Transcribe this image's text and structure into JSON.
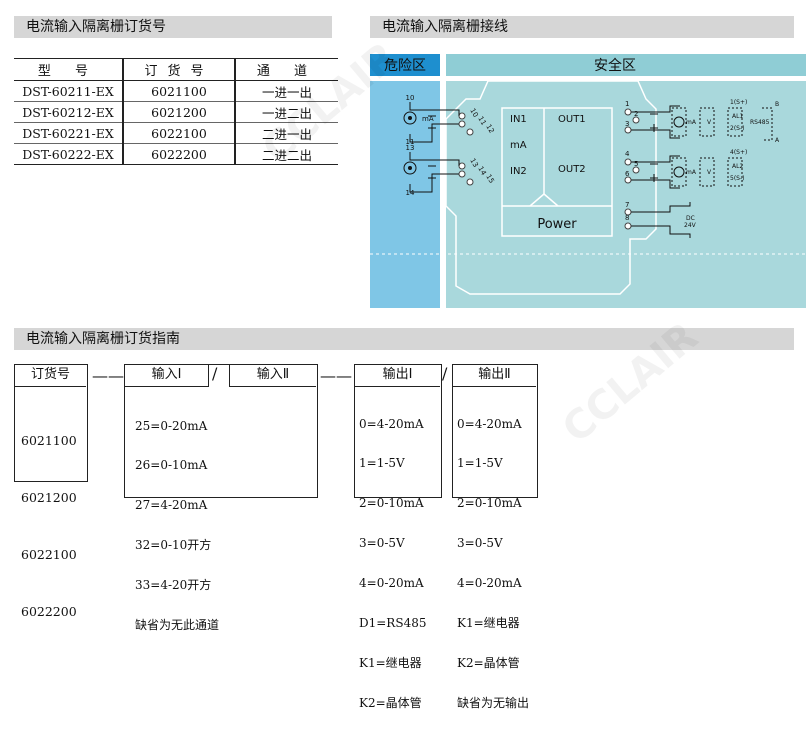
{
  "section_order_codes": {
    "title": "电流输入隔离栅订货号",
    "headers": [
      "型 号",
      "订货号",
      "通 道"
    ],
    "rows": [
      [
        "DST-60211-EX",
        "6021100",
        "一进一出"
      ],
      [
        "DST-60212-EX",
        "6021200",
        "一进二出"
      ],
      [
        "DST-60221-EX",
        "6022100",
        "二进一出"
      ],
      [
        "DST-60222-EX",
        "6022200",
        "二进二出"
      ]
    ]
  },
  "section_wiring": {
    "title": "电流输入隔离栅接线",
    "hazard_label": "危险区",
    "safe_label": "安全区",
    "module": {
      "in1": "IN1",
      "in2": "IN2",
      "ma": "mA",
      "out1": "OUT1",
      "out2": "OUT2",
      "power": "Power"
    },
    "left_terminals": [
      "10",
      "11",
      "12",
      "13",
      "14",
      "15"
    ],
    "right_terminals": [
      "1",
      "2",
      "3",
      "4",
      "5",
      "6",
      "7",
      "8"
    ],
    "field_labels": {
      "t10": "10",
      "t11": "11",
      "t13": "13",
      "t14": "14",
      "ma": "mA"
    },
    "out_labels": {
      "ma1": "mA",
      "v1": "V",
      "ma2": "mA",
      "v2": "V",
      "al1": "AL1",
      "al2": "AL2",
      "s1": "1(S+)",
      "s2": "2(S-)",
      "s4": "4(S+)",
      "s5": "5(S-)",
      "rs485": "RS485",
      "b": "B",
      "a": "A",
      "dc": "DC",
      "v24": "24V"
    },
    "colors": {
      "hazard": "#7fc6e6",
      "safe": "#a9d8dc",
      "header_hazard": "#1e8fcf",
      "line": "#ffffff"
    }
  },
  "section_guide": {
    "title": "电流输入隔离栅订货指南",
    "boxes": {
      "order": {
        "title": "订货号",
        "lines": [
          "6021100",
          "6021200",
          "6022100",
          "6022200"
        ]
      },
      "input1": {
        "title": "输入Ⅰ"
      },
      "input2": {
        "title": "输入Ⅱ"
      },
      "input_lines": [
        "25=0-20mA",
        "26=0-10mA",
        "27=4-20mA",
        "32=0-10开方",
        "33=4-20开方",
        "缺省为无此通道"
      ],
      "output1": {
        "title": "输出Ⅰ",
        "lines": [
          "0=4-20mA",
          "1=1-5V",
          "2=0-10mA",
          "3=0-5V",
          "4=0-20mA",
          "D1=RS485",
          "K1=继电器",
          "K2=晶体管"
        ]
      },
      "output2": {
        "title": "输出Ⅱ",
        "lines": [
          "0=4-20mA",
          "1=1-5V",
          "2=0-10mA",
          "3=0-5V",
          "4=0-20mA",
          "K1=继电器",
          "K2=晶体管",
          "缺省为无输出"
        ]
      }
    },
    "separators": [
      "——",
      "/",
      "——",
      "/"
    ]
  },
  "watermark": "CCLAIR"
}
